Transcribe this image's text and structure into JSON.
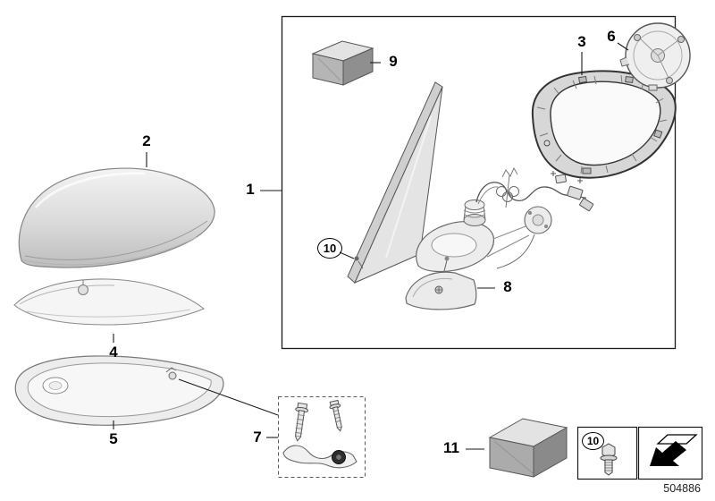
{
  "diagram": {
    "part_number": "504886",
    "callouts": {
      "item1": "1",
      "item2": "2",
      "item3": "3",
      "item4": "4",
      "item5": "5",
      "item6": "6",
      "item7": "7",
      "item8": "8",
      "item9": "9",
      "item10": "10",
      "item11": "11"
    },
    "legend": {
      "screw_item": "10"
    },
    "colors": {
      "line": "#1a1a1a",
      "part_fill_light": "#ececec",
      "part_fill_mid": "#d7d7d7",
      "box_front": "#b0b0b0",
      "box_side": "#8f8f8f"
    }
  }
}
